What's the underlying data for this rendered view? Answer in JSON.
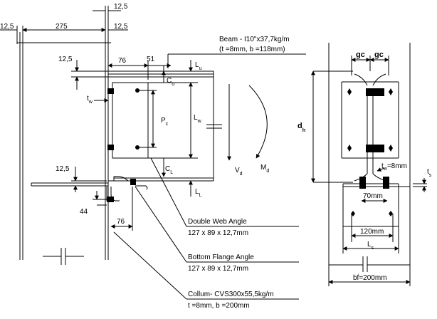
{
  "dim": {
    "top_left_12_5": "12,5",
    "top_275": "275",
    "top_mid_12_5": "12,5",
    "top_right_12_5": "12,5",
    "d_12_5_a": "12,5",
    "d_76_top": "76",
    "d_51": "51",
    "d_12_5_b": "12,5",
    "d_44": "44",
    "d_76_bottom": "76",
    "gc_left": "gc",
    "gc_right": "gc",
    "dh_main": "d",
    "dh_sub": "h",
    "tw_main": "t",
    "tw_sub": "w",
    "ts_main": "t",
    "ts_sub": "s",
    "tw_right": "t",
    "tw_right_sub": "w",
    "tw_right_val": "=8mm",
    "d_70": "70mm",
    "d_120": "120mm",
    "ls_main": "L",
    "ls_sub": "s",
    "bf": "bf=200mm"
  },
  "labels": {
    "beam_line1": "Beam - I10\"x37,7kg/m",
    "beam_line2": "(t =8mm, b =118mm)",
    "lu_main": "L",
    "lu_sub": "u",
    "cu_main": "C",
    "cu_sub": "u",
    "pc_main": "P",
    "pc_sub": "c",
    "lw_main": "L",
    "lw_sub": "w",
    "cl_main": "C",
    "cl_sub": "L",
    "ll_main": "L",
    "ll_sub": "L",
    "vd_main": "V",
    "vd_sub": "d",
    "md_main": "M",
    "md_sub": "d",
    "double_web_angle": "Double Web Angle",
    "double_web_size": "127 x 89 x 12,7mm",
    "bottom_flange_angle": "Bottom Flange Angle",
    "bottom_flange_size": "127 x 89 x 12,7mm",
    "column_line1": "Collum- CVS300x55,5kg/m",
    "column_line2": "t =8mm, b =200mm"
  }
}
